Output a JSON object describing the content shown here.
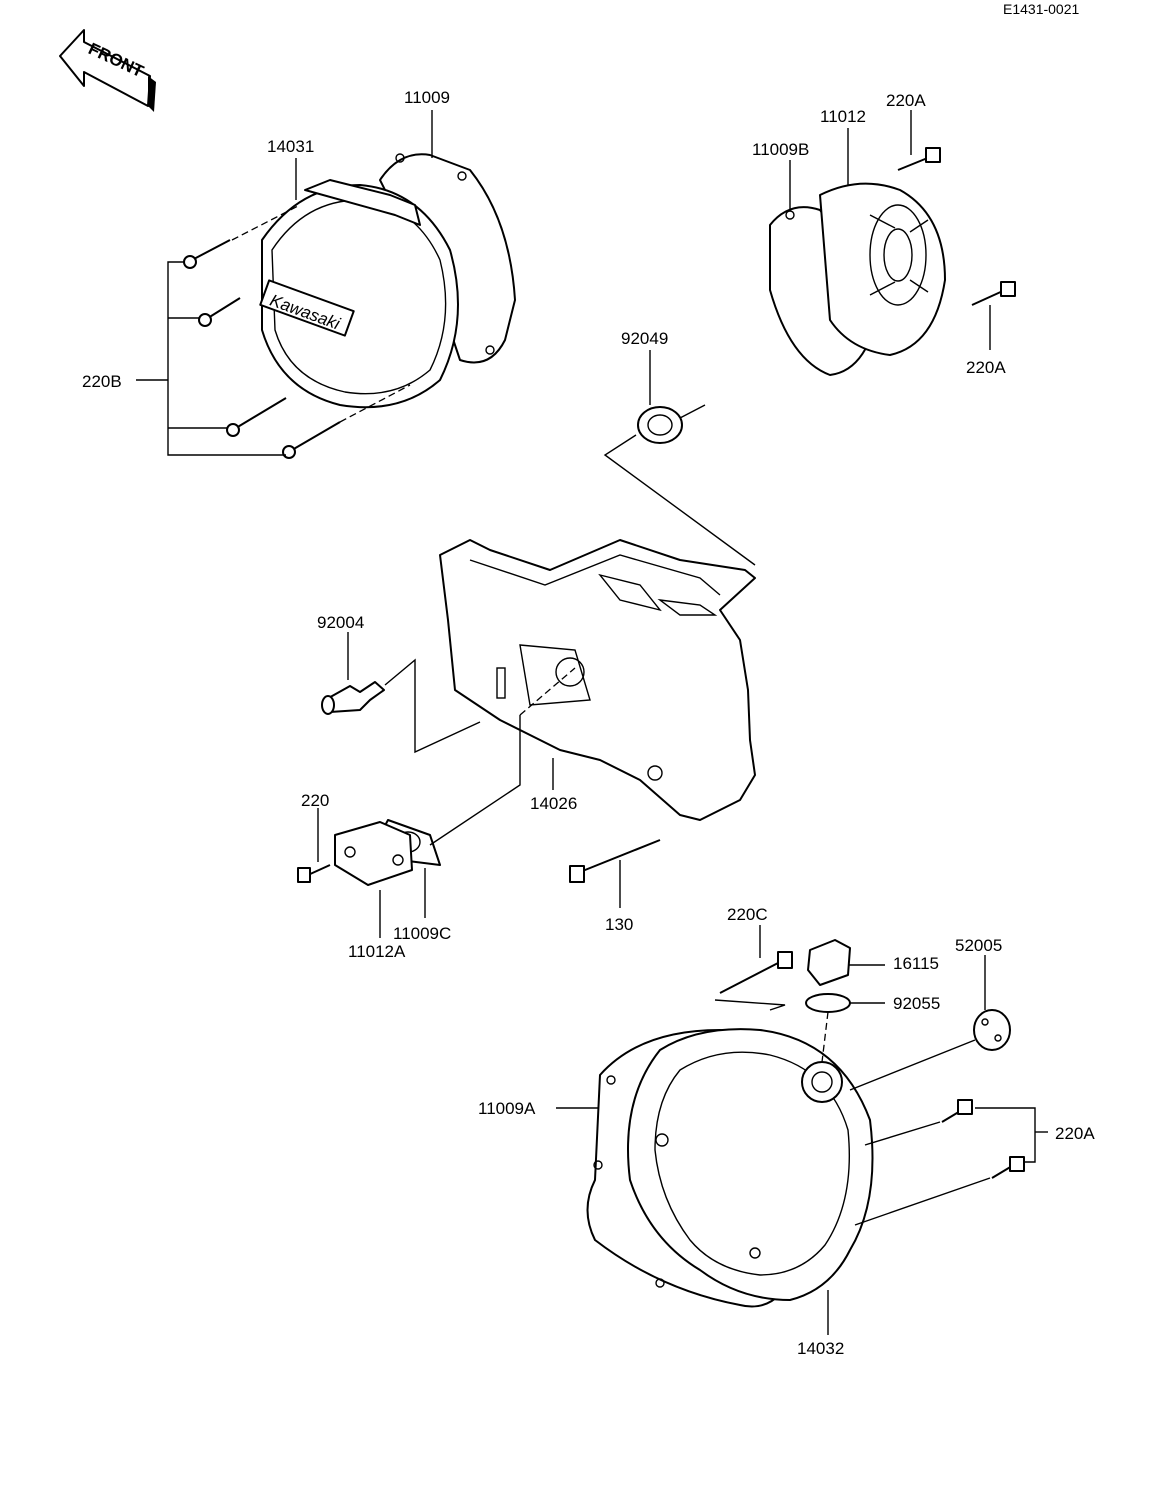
{
  "document": {
    "id": "E1431-0021"
  },
  "front_arrow": {
    "label": "FRONT"
  },
  "cover_logo": "Kawasaki",
  "callouts": {
    "c11009": "11009",
    "c14031": "14031",
    "c220B": "220B",
    "c11012": "11012",
    "c220A_top": "220A",
    "c11009B": "11009B",
    "c220A_mid": "220A",
    "c92049": "92049",
    "c92004": "92004",
    "c14026": "14026",
    "c220": "220",
    "c11009C": "11009C",
    "c11012A": "11012A",
    "c130": "130",
    "c220C": "220C",
    "c16115": "16115",
    "c52005": "52005",
    "c92055": "92055",
    "c11009A": "11009A",
    "c220A_low": "220A",
    "c14032": "14032"
  }
}
